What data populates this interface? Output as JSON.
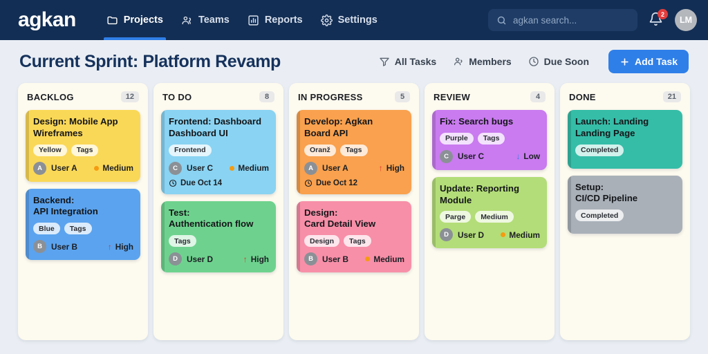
{
  "navbar": {
    "brand": "agkan",
    "items": [
      {
        "label": "Projects",
        "icon": "folder-icon",
        "active": true
      },
      {
        "label": "Teams",
        "icon": "people-icon",
        "active": false
      },
      {
        "label": "Reports",
        "icon": "chart-bar-icon",
        "active": false
      },
      {
        "label": "Settings",
        "icon": "gear-icon",
        "active": false
      }
    ],
    "search": {
      "placeholder": "agkan search...",
      "value": ""
    },
    "notifications": {
      "count": "2"
    },
    "avatar": {
      "initials": "LM"
    }
  },
  "header": {
    "title": "Current Sprint: Platform Revamp",
    "actions": [
      {
        "label": "All Tasks",
        "icon": "filter-icon"
      },
      {
        "label": "Members",
        "icon": "person-icon"
      },
      {
        "label": "Due Soon",
        "icon": "clock-icon"
      }
    ],
    "add_task_label": "Add Task",
    "add_task_icon": "plus-icon",
    "accent_color": "#2f7fe8"
  },
  "board": {
    "columns": [
      {
        "title": "BACKLOG",
        "count": "12",
        "cards": [
          {
            "title": "Design: Mobile App\nWireframes",
            "color": "#fad857",
            "tags": [
              "Yellow",
              "Tags"
            ],
            "user": {
              "initial": "A",
              "name": "User A"
            },
            "priority": {
              "label": "Medium",
              "marker": "dot",
              "color": "#f59b12"
            },
            "due": null
          },
          {
            "title": "Backend:\nAPI Integration",
            "color": "#5ba3ee",
            "tags": [
              "Blue",
              "Tags"
            ],
            "user": {
              "initial": "B",
              "name": "User B"
            },
            "priority": {
              "label": "High",
              "marker": "up",
              "color": "#e0352f"
            },
            "due": null
          }
        ]
      },
      {
        "title": "TO DO",
        "count": "8",
        "cards": [
          {
            "title": "Frontend: Dashboard\nDashboard UI",
            "color": "#8ad3f2",
            "tags": [
              "Frontend"
            ],
            "user": {
              "initial": "C",
              "name": "User C"
            },
            "priority": {
              "label": "Medium",
              "marker": "dot",
              "color": "#f59b12"
            },
            "due": "Due Oct 14"
          },
          {
            "title": "Test:\nAuthentication flow",
            "color": "#6ed28e",
            "tags": [
              "Tags"
            ],
            "user": {
              "initial": "D",
              "name": "User D"
            },
            "priority": {
              "label": "High",
              "marker": "up",
              "color": "#e0352f"
            },
            "due": null
          }
        ]
      },
      {
        "title": "IN PROGRESS",
        "count": "5",
        "cards": [
          {
            "title": "Develop: Agkan\nBoard API",
            "color": "#f9a14e",
            "tags": [
              "Oranž",
              "Tags"
            ],
            "user": {
              "initial": "A",
              "name": "User A"
            },
            "priority": {
              "label": "High",
              "marker": "up",
              "color": "#e0352f"
            },
            "due": "Due Oct 12"
          },
          {
            "title": "Design:\nCard Detail View",
            "color": "#f78fa8",
            "tags": [
              "Design",
              "Tags"
            ],
            "user": {
              "initial": "B",
              "name": "User B"
            },
            "priority": {
              "label": "Medium",
              "marker": "dot",
              "color": "#f59b12"
            },
            "due": null
          }
        ]
      },
      {
        "title": "REVIEW",
        "count": "4",
        "cards": [
          {
            "title": "Fix: Search bugs",
            "color": "#c97bef",
            "tags": [
              "Purple",
              "Tags"
            ],
            "user": {
              "initial": "C",
              "name": "User C"
            },
            "priority": {
              "label": "Low",
              "marker": "down",
              "color": "#2f7fe8"
            },
            "due": null
          },
          {
            "title": "Update: Reporting\nModule",
            "color": "#b3dd78",
            "tags": [
              "Parge",
              "Medium"
            ],
            "user": {
              "initial": "D",
              "name": "User D"
            },
            "priority": {
              "label": "Medium",
              "marker": "dot",
              "color": "#f59b12"
            },
            "due": null
          }
        ]
      },
      {
        "title": "DONE",
        "count": "21",
        "cards": [
          {
            "title": "Launch: Landing\nLanding Page",
            "color": "#35bda8",
            "tags": [
              "Completed"
            ],
            "user": null,
            "priority": null,
            "due": null
          },
          {
            "title": "Setup:\nCI/CD Pipeline",
            "color": "#a9b0b8",
            "tags": [
              "Completed"
            ],
            "user": null,
            "priority": null,
            "due": null
          }
        ]
      }
    ]
  }
}
